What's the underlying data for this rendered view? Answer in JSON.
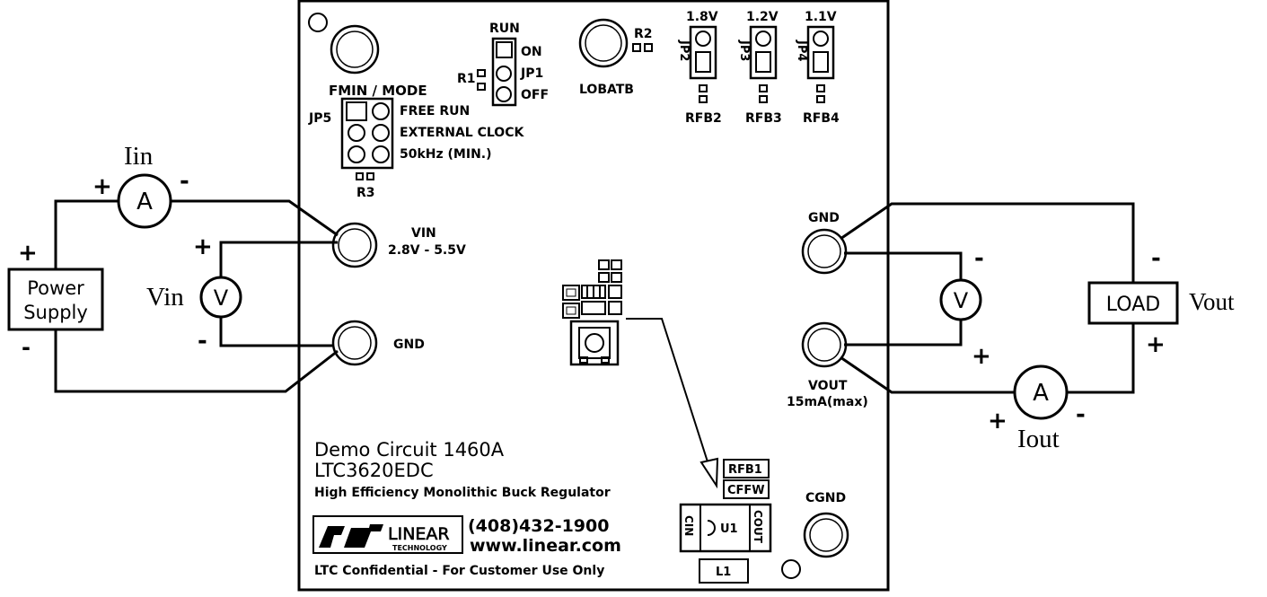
{
  "board": {
    "title": "Demo Circuit 1460A",
    "part": "LTC3620EDC",
    "subtitle": "High Efficiency Monolithic Buck Regulator",
    "phone": "(408)432-1900",
    "website": "www.linear.com",
    "confidential": "LTC Confidential - For Customer Use Only",
    "logo": {
      "name": "LINEAR",
      "sub": "TECHNOLOGY"
    }
  },
  "labels": {
    "fmin_mode": "FMIN / MODE",
    "run": "RUN",
    "on": "ON",
    "jp1": "JP1",
    "off": "OFF",
    "r1": "R1",
    "r2": "R2",
    "r3": "R3",
    "lobatb": "LOBATB",
    "jp2": "JP2",
    "jp3": "JP3",
    "jp4": "JP4",
    "v18": "1.8V",
    "v12": "1.2V",
    "v11": "1.1V",
    "rfb2": "RFB2",
    "rfb3": "RFB3",
    "rfb4": "RFB4",
    "jp5": "JP5",
    "free_run": "FREE RUN",
    "external_clock": "EXTERNAL CLOCK",
    "min_freq": "50kHz (MIN.)",
    "vin": "VIN",
    "vin_range": "2.8V - 5.5V",
    "gnd_left": "GND",
    "gnd_right": "GND",
    "vout": "VOUT",
    "vout_max": "15mA(max)",
    "cgnd": "CGND",
    "rfb1": "RFB1",
    "cffw": "CFFW",
    "cin": "CIN",
    "u1": "U1",
    "cout": "COUT",
    "l1": "L1"
  },
  "external": {
    "power_supply_line1": "Power",
    "power_supply_line2": "Supply",
    "iin": "Iin",
    "vin_meter": "Vin",
    "ammeter": "A",
    "voltmeter": "V",
    "load": "LOAD",
    "vout_label": "Vout",
    "iout": "Iout",
    "plus": "+",
    "minus": "-"
  }
}
